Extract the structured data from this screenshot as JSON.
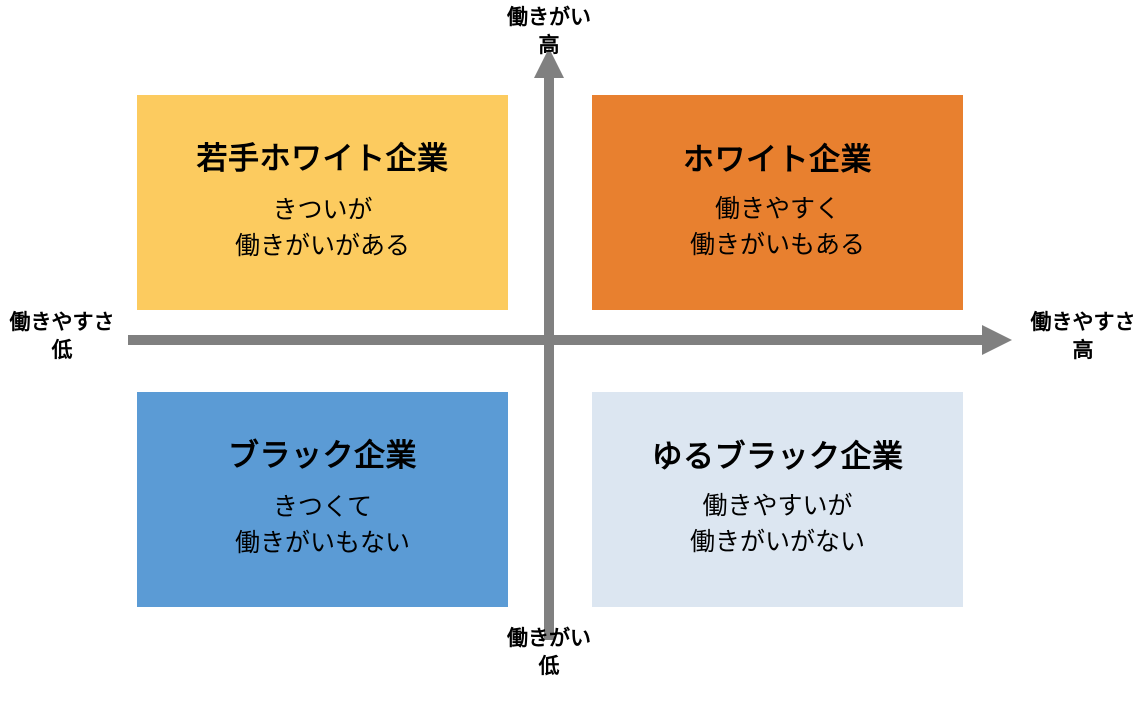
{
  "chart_data": {
    "type": "table",
    "title": "",
    "xlabel": "働きやすさ",
    "ylabel": "働きがい",
    "x_axis": {
      "low_label": "働きやすさ\n低",
      "high_label": "働きやすさ\n高"
    },
    "y_axis": {
      "low_label": "働きがい\n低",
      "high_label": "働きがい\n高"
    },
    "categories": [
      "若手ホワイト企業",
      "ホワイト企業",
      "ブラック企業",
      "ゆるブラック企業"
    ],
    "quadrant_values": [
      {
        "name": "若手ホワイト企業",
        "x": "低",
        "y": "高",
        "color": "#FCCB5F"
      },
      {
        "name": "ホワイト企業",
        "x": "高",
        "y": "高",
        "color": "#E8802F"
      },
      {
        "name": "ブラック企業",
        "x": "低",
        "y": "低",
        "color": "#5B9BD5"
      },
      {
        "name": "ゆるブラック企業",
        "x": "高",
        "y": "低",
        "color": "#DCE6F1"
      }
    ],
    "legend": [],
    "grid": false
  },
  "axes": {
    "color": "#808080",
    "vertical": {
      "top": {
        "line1": "働きがい",
        "line2": "高"
      },
      "bottom": {
        "line1": "働きがい",
        "line2": "低"
      }
    },
    "horizontal": {
      "left": {
        "line1": "働きやすさ",
        "line2": "低"
      },
      "right": {
        "line1": "働きやすさ",
        "line2": "高"
      }
    }
  },
  "quadrants": {
    "top_left": {
      "title": "若手ホワイト企業",
      "desc_line1": "きついが",
      "desc_line2": "働きがいがある",
      "color": "#FCCB5F"
    },
    "top_right": {
      "title": "ホワイト企業",
      "desc_line1": "働きやすく",
      "desc_line2": "働きがいもある",
      "color": "#E8802F"
    },
    "bottom_left": {
      "title": "ブラック企業",
      "desc_line1": "きつくて",
      "desc_line2": "働きがいもない",
      "color": "#5B9BD5"
    },
    "bottom_right": {
      "title": "ゆるブラック企業",
      "desc_line1": "働きやすいが",
      "desc_line2": "働きがいがない",
      "color": "#DCE6F1"
    }
  }
}
